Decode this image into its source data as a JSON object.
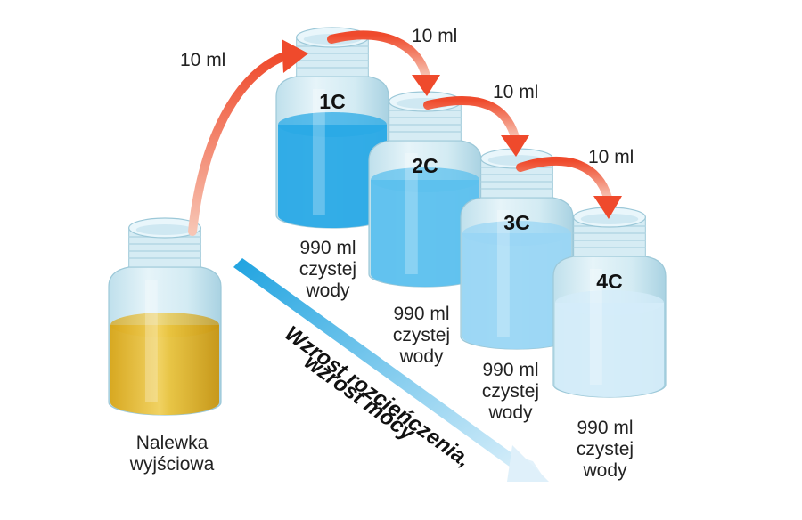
{
  "source": {
    "label_line1": "Nalewka",
    "label_line2": "wyjściowa"
  },
  "transfer_volume": "10 ml",
  "water_line1": "990 ml",
  "water_line2": "czystej",
  "water_line3": "wody",
  "jars": [
    {
      "name": "1C",
      "liquid_color": "#29a9e6"
    },
    {
      "name": "2C",
      "liquid_color": "#5cc0ee"
    },
    {
      "name": "3C",
      "liquid_color": "#9ad6f4"
    },
    {
      "name": "4C",
      "liquid_color": "#d4ecf9"
    }
  ],
  "source_liquid_color": "#e2b724",
  "arrow_color": "#ef4a2c",
  "trend": {
    "line1": "Wzrost rozcieńczenia,",
    "line2": "wzrost mocy"
  }
}
